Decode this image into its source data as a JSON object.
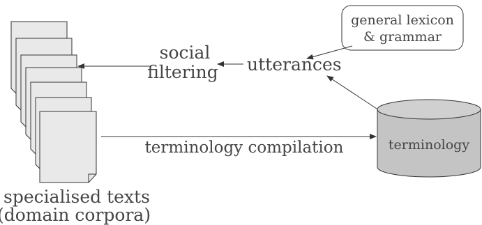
{
  "diagram": {
    "nodes": {
      "lexicon": {
        "line1": "general lexicon",
        "line2": "& grammar"
      },
      "utterances": {
        "label": "utterances"
      },
      "social_filtering": {
        "line1": "social",
        "line2": "filtering"
      },
      "terminology_db": {
        "label": "terminology"
      },
      "texts": {
        "line1": "specialised texts",
        "line2": "(domain corpora)"
      }
    },
    "edges": {
      "compilation": {
        "label": "terminology compilation"
      }
    },
    "colors": {
      "page_fill": "#e9e9e9",
      "cylinder_fill": "#c4c4c4",
      "stroke": "#333333",
      "text": "#454545"
    }
  }
}
